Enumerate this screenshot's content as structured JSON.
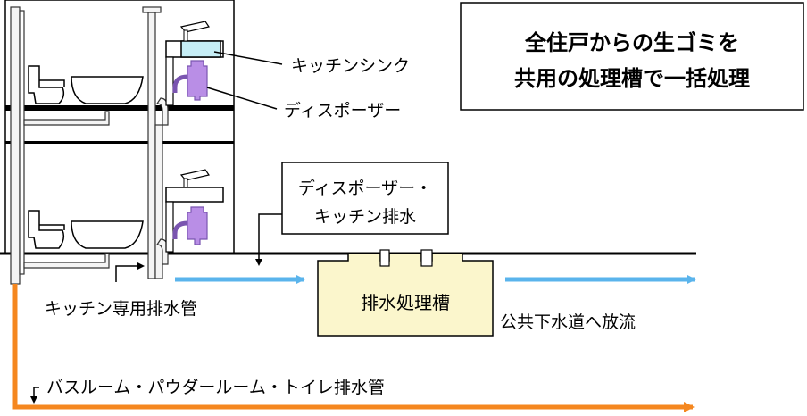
{
  "headline": {
    "line1": "全住戸からの生ゴミを",
    "line2": "共用の処理槽で一括処理"
  },
  "labels": {
    "kitchen_sink": "キッチンシンク",
    "disposer": "ディスポーザー",
    "disposer_drain_line1": "ディスポーザー・",
    "disposer_drain_line2": "キッチン排水",
    "kitchen_pipe": "キッチン専用排水管",
    "treatment_tank": "排水処理槽",
    "sewer_discharge": "公共下水道へ放流",
    "other_pipe": "バスルーム・パウダールーム・トイレ排水管"
  },
  "colors": {
    "blue_flow": "#5ab4ec",
    "orange_flow": "#f5871f",
    "tank_fill": "#fbf6cc",
    "disposer_purple": "#b98ee6",
    "sink_water": "#c6eef6",
    "pipe_gray": "#f0f0f0"
  }
}
